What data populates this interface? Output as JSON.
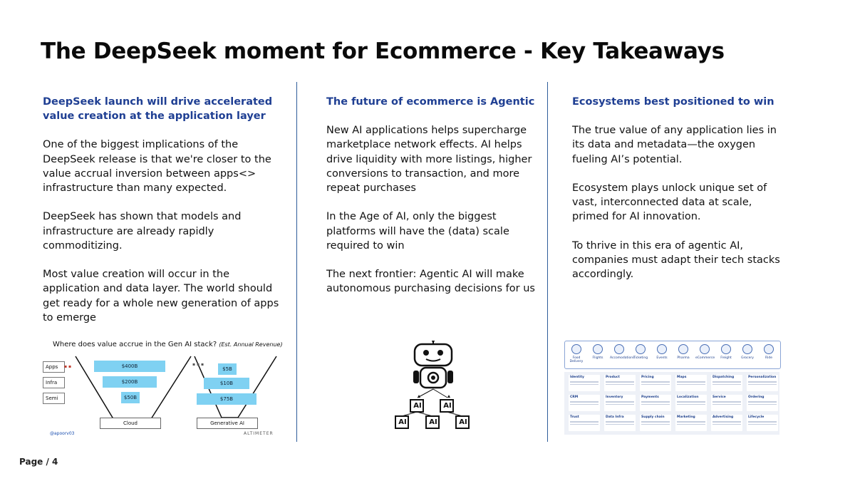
{
  "slide": {
    "title": "The DeepSeek moment for Ecommerce - Key Takeaways",
    "footer": "Page / 4"
  },
  "columns": [
    {
      "heading": "DeepSeek launch will drive accelerated value creation at the application layer",
      "paragraphs": [
        "One of the biggest implications of the DeepSeek release is that we're closer to the value accrual inversion between apps<> infrastructure than many expected.",
        "DeepSeek has shown that models and infrastructure are already rapidly commoditizing.",
        "Most value creation will occur in the application and data layer. The world should get ready for a whole new generation of apps to emerge"
      ]
    },
    {
      "heading": "The future of ecommerce is Agentic",
      "paragraphs": [
        "New AI applications helps supercharge marketplace network effects. AI helps drive liquidity with more listings, higher conversions to transaction, and more repeat purchases",
        "In the Age of AI, only the biggest platforms will have the (data) scale required to win",
        "The next frontier: Agentic AI will make autonomous purchasing decisions for us"
      ]
    },
    {
      "heading": "Ecosystems best positioned to win",
      "paragraphs": [
        "The true value of any application lies in its data and metadata—the oxygen fueling AI’s potential.",
        "Ecosystem plays unlock unique set of vast, interconnected data at scale, primed for AI innovation.",
        "To thrive in this era of agentic AI, companies must adapt their tech stacks accordingly."
      ]
    }
  ],
  "figure_value_stack": {
    "title": "Where does value accrue in the Gen AI stack?",
    "subtitle": "(Est. Annual Revenue)",
    "layers": [
      "Apps",
      "Infra",
      "Semi"
    ],
    "left_bars": [
      "$400B",
      "$200B",
      "$50B"
    ],
    "right_bars": [
      "$5B",
      "$10B",
      "$75B"
    ],
    "left_label": "Cloud",
    "right_label": "Generative AI",
    "handle": "@apoorv03",
    "brand": "ALTIMETER"
  },
  "figure_agents": {
    "labels": [
      "AI",
      "AI",
      "AI",
      "AI",
      "AI"
    ]
  },
  "figure_ecosystem": {
    "items": [
      "Food Delivery",
      "Flights",
      "Accomodations",
      "Ticketing",
      "Events",
      "Pharma",
      "eCommerce",
      "Freight",
      "Grocery",
      "Ride"
    ],
    "grid": [
      "Identity",
      "Product",
      "Pricing",
      "Maps",
      "Dispatching",
      "Personalization",
      "CRM",
      "Inventory",
      "Payments",
      "Localization",
      "Service",
      "Ordering",
      "Trust",
      "Data Infra",
      "Supply chain",
      "Marketing",
      "Advertising",
      "Lifecycle"
    ]
  },
  "colors": {
    "heading": "#1f3f93",
    "divider": "#2f5d9a",
    "bar": "#7fd1f2"
  }
}
